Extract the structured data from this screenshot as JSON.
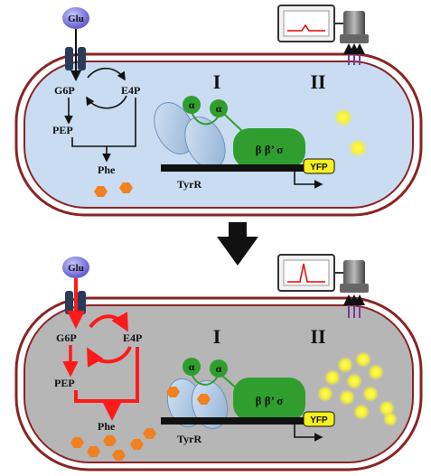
{
  "colors": {
    "membrane": "#8b2323",
    "cytoplasm_top": "#c9dcf2",
    "cytoplasm_bottom": "#b6b6b6",
    "green": "#2f9e2f",
    "yfp": "#f5f01e",
    "phe": "#f08020",
    "active_arrow": "#ff1a1a"
  },
  "top": {
    "glu": "Glu",
    "g6p": "G6P",
    "e4p": "E4P",
    "pep": "PEP",
    "phe": "Phe",
    "alpha1": "α",
    "alpha2": "α",
    "rnap": "β β’ σ",
    "yfp": "YFP",
    "tyrr": "TyrR",
    "roman1": "I",
    "roman2": "II"
  },
  "bottom": {
    "glu": "Glu",
    "g6p": "G6P",
    "e4p": "E4P",
    "pep": "PEP",
    "phe": "Phe",
    "alpha1": "α",
    "alpha2": "α",
    "rnap": "β β’ σ",
    "yfp": "YFP",
    "tyrr": "TyrR",
    "roman1": "I",
    "roman2": "II"
  }
}
